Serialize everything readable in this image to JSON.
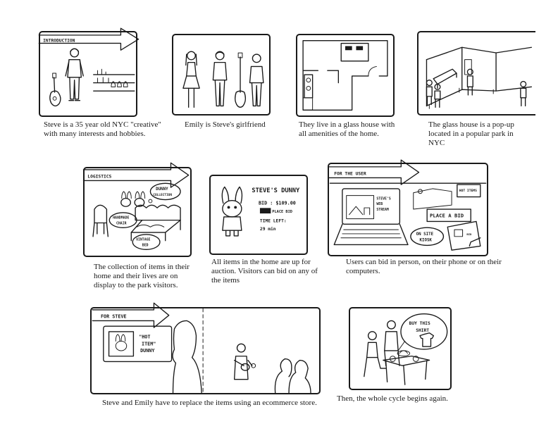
{
  "panels": [
    {
      "label": "INTRODUCTION",
      "caption": "Steve is a 35 year old NYC \"creative\"\nwith many interests and hobbies."
    },
    {
      "label": "",
      "caption": "Emily is Steve's girlfriend"
    },
    {
      "label": "",
      "caption": "They live in a glass house with\nall amenities of the home."
    },
    {
      "label": "",
      "caption": "The glass house is a pop-up\nlocated in a popular park in\nNYC"
    },
    {
      "label": "LOGISTICS",
      "caption": "The collection of items in their\nhome and their lives are on\ndisplay to the park visitors.",
      "bubbles": {
        "dunny": "DUNNY",
        "collection": "COLLECTION",
        "handmade": "HANDMADE",
        "chair": "CHAIR",
        "vintage": "VINTAGE",
        "bed": "BED"
      }
    },
    {
      "label": "",
      "caption": "All items in the home are up for\nauction. Visitors can bid on any of\nthe items",
      "screen": {
        "title": "STEVE'S DUNNY",
        "bid": "BID : $109.00",
        "place_bid": "PLACE BID",
        "time_left": "TIME LEFT:",
        "time": "29 min"
      }
    },
    {
      "label": "FOR THE USER",
      "caption": "Users can bid in person, on their phone or on their\ncomputers.",
      "screen": {
        "laptop_l1": "STEVE'S",
        "laptop_l2": "WEB",
        "laptop_l3": "STREAM",
        "sign": "HOT ITEMS",
        "place_bid": "PLACE A BID",
        "kiosk_l1": "ON SITE",
        "kiosk_l2": "KIOSK",
        "bid_small": "BID"
      }
    },
    {
      "label": "FOR STEVE",
      "caption": "Steve and Emily have to replace the items using an ecommerce store.",
      "screen": {
        "hot": "\"HOT",
        "item": "ITEM\"",
        "dunny": "DUNNY"
      }
    },
    {
      "label": "",
      "caption": "Then, the whole cycle begins again.",
      "bubble": {
        "l1": "BUY THIS",
        "l2": "SHIRT"
      }
    }
  ]
}
